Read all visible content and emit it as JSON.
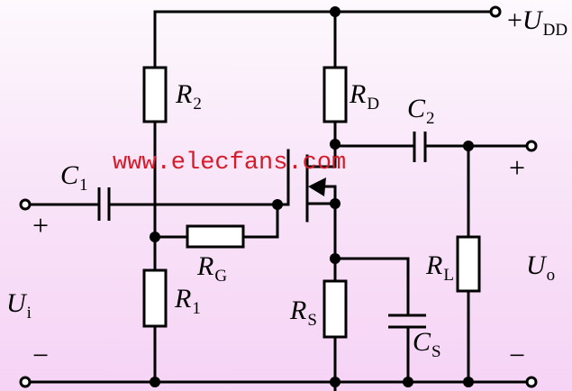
{
  "diagram": {
    "title": "Common-source JFET/MOSFET amplifier with voltage-divider bias",
    "watermark": "www.elecfans.com",
    "supply": {
      "sign": "+",
      "symbol": "U",
      "subscript": "DD"
    },
    "components": {
      "R2": {
        "symbol": "R",
        "subscript": "2"
      },
      "RD": {
        "symbol": "R",
        "subscript": "D"
      },
      "C1": {
        "symbol": "C",
        "subscript": "1"
      },
      "C2": {
        "symbol": "C",
        "subscript": "2"
      },
      "RG": {
        "symbol": "R",
        "subscript": "G"
      },
      "R1": {
        "symbol": "R",
        "subscript": "1"
      },
      "RS": {
        "symbol": "R",
        "subscript": "S"
      },
      "CS": {
        "symbol": "C",
        "subscript": "S"
      },
      "RL": {
        "symbol": "R",
        "subscript": "L"
      }
    },
    "input": {
      "symbol": "U",
      "subscript": "i",
      "plus": "+",
      "minus": "−"
    },
    "output": {
      "symbol": "U",
      "subscript": "o",
      "plus": "+",
      "minus": "−"
    },
    "colors": {
      "wire": "#000000",
      "watermark": "#d61c2a",
      "resistor_fill": "#ffffff"
    }
  }
}
